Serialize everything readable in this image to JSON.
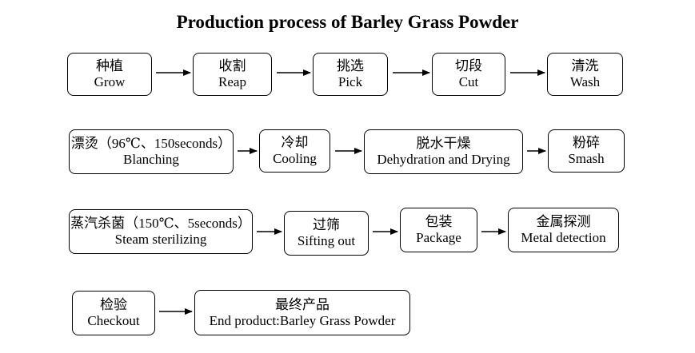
{
  "title": "Production process of Barley Grass Powder",
  "steps": [
    {
      "zh": "种植",
      "en": "Grow"
    },
    {
      "zh": "收割",
      "en": "Reap"
    },
    {
      "zh": "挑选",
      "en": "Pick"
    },
    {
      "zh": "切段",
      "en": "Cut"
    },
    {
      "zh": "清洗",
      "en": "Wash"
    },
    {
      "zh": "漂烫（96℃、150seconds）",
      "en": "Blanching"
    },
    {
      "zh": "冷却",
      "en": "Cooling"
    },
    {
      "zh": "脱水干燥",
      "en": "Dehydration and Drying"
    },
    {
      "zh": "粉碎",
      "en": "Smash"
    },
    {
      "zh": "蒸汽杀菌（150℃、5seconds）",
      "en": "Steam sterilizing"
    },
    {
      "zh": "过筛",
      "en": "Sifting out"
    },
    {
      "zh": "包装",
      "en": "Package"
    },
    {
      "zh": "金属探测",
      "en": "Metal detection"
    },
    {
      "zh": "检验",
      "en": "Checkout"
    },
    {
      "zh": "最终产品",
      "en": "End product:Barley Grass Powder"
    }
  ]
}
